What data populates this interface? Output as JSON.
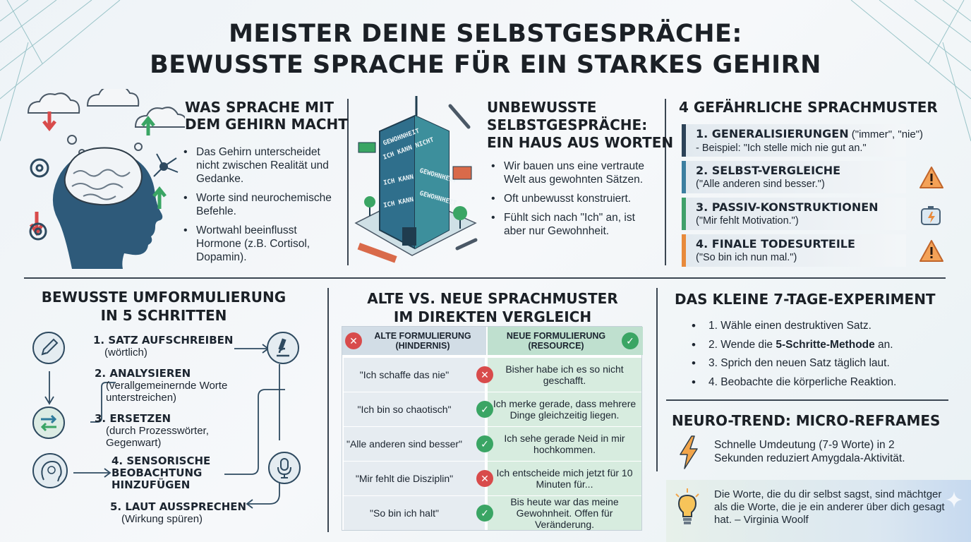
{
  "title": {
    "line1": "MEISTER DEINE SELBSTGESPRÄCHE:",
    "line2": "BEWUSSTE SPRACHE FÜR EIN STARKES GEHIRN"
  },
  "brain_section": {
    "heading_l1": "WAS SPRACHE MIT",
    "heading_l2": "DEM GEHIRN MACHT",
    "bullets": [
      "Das Gehirn unterscheidet nicht zwischen Realität und Gedanke.",
      "Worte sind neurochemische Befehle.",
      "Wortwahl beeinflusst Hormone (z.B. Cortisol, Dopamin)."
    ]
  },
  "house_section": {
    "heading_l1": "UNBEWUSSTE",
    "heading_l2": "SELBSTGESPRÄCHE:",
    "heading_l3": "EIN HAUS AUS WORTEN",
    "bullets": [
      "Wir bauen uns eine vertraute Welt aus gewohnten Sätzen.",
      "Oft unbewusst konstruiert.",
      "Fühlt sich nach \"Ich\" an, ist aber nur Gewohnheit."
    ],
    "building_words": [
      "GEWOHNHEIT",
      "ICH KANN NICHT",
      "GEWOHNHEIT",
      "ICH KANN",
      "GEWOHNHEIT",
      "ICH KANN"
    ]
  },
  "patterns_section": {
    "heading": "4 GEFÄHRLICHE SPRACHMUSTER",
    "items": [
      {
        "title": "1. GENERALISIERUNGEN",
        "extra": " (\"immer\", \"nie\")",
        "sub": "- Beispiel: \"Ich stelle mich nie gut an.\"",
        "color": "#2d4358",
        "icon": ""
      },
      {
        "title": "2. SELBST-VERGLEICHE",
        "extra": "",
        "sub": "(\"Alle anderen sind besser.\")",
        "color": "#3d7fa0",
        "icon": "warning-icon"
      },
      {
        "title": "3. PASSIV-KONSTRUKTIONEN",
        "extra": "",
        "sub": "(\"Mir fehlt Motivation.\")",
        "color": "#3fa06a",
        "icon": "battery-low-icon"
      },
      {
        "title": "4. FINALE TODESURTEILE",
        "extra": "",
        "sub": "(\"So bin ich nun mal.\")",
        "color": "#e88a3c",
        "icon": "warning-icon"
      }
    ]
  },
  "steps_section": {
    "heading_l1": "BEWUSSTE UMFORMULIERUNG",
    "heading_l2": "IN 5 SCHRITTEN",
    "steps": [
      {
        "title": "1. SATZ AUFSCHREIBEN",
        "sub": "(wörtlich)"
      },
      {
        "title": "2. ANALYSIEREN",
        "sub": "(verallgemeinernde Worte unterstreichen)"
      },
      {
        "title": "3. ERSETZEN",
        "sub": "(durch Prozesswörter, Gegenwart)"
      },
      {
        "title": "4. SENSORISCHE BEOBACHTUNG HINZUFÜGEN",
        "sub": ""
      },
      {
        "title": "5. LAUT AUSSPRECHEN",
        "sub": "(Wirkung spüren)"
      }
    ]
  },
  "compare_section": {
    "heading_l1": "ALTE VS. NEUE SPRACHMUSTER",
    "heading_l2": "IM DIREKTEN VERGLEICH",
    "header_old_l1": "ALTE FORMULIERUNG",
    "header_old_l2": "(HINDERNIS)",
    "header_new_l1": "NEUE FORMULIERUNG",
    "header_new_l2": "(RESOURCE)",
    "rows": [
      {
        "old": "\"Ich schaffe das nie\"",
        "new": "Bisher habe ich es so nicht geschafft.",
        "mark": "x"
      },
      {
        "old": "\"Ich bin so chaotisch\"",
        "new": "Ich merke gerade, dass mehrere Dinge gleichzeitig liegen.",
        "mark": "ok"
      },
      {
        "old": "\"Alle anderen sind besser\"",
        "new": "Ich sehe gerade Neid in mir hochkommen.",
        "mark": "ok"
      },
      {
        "old": "\"Mir fehlt die Disziplin\"",
        "new": "Ich entscheide mich jetzt für 10 Minuten für...",
        "mark": "x"
      },
      {
        "old": "\"So bin ich halt\"",
        "new": "Bis heute war das meine Gewohnheit. Offen für Veränderung.",
        "mark": "ok"
      }
    ]
  },
  "experiment_section": {
    "heading": "DAS KLEINE 7-TAGE-EXPERIMENT",
    "items": [
      {
        "pre": "1. Wähle einen destruktiven Satz.",
        "bold": "",
        "post": ""
      },
      {
        "pre": "2. Wende die ",
        "bold": "5-Schritte-Methode",
        "post": " an."
      },
      {
        "pre": "3. Sprich den neuen Satz täglich laut.",
        "bold": "",
        "post": ""
      },
      {
        "pre": "4. Beobachte die körperliche Reaktion.",
        "bold": "",
        "post": ""
      }
    ]
  },
  "micro_section": {
    "heading": "NEURO-TREND: MICRO-REFRAMES",
    "text": "Schnelle Umdeutung (7-9 Worte) in 2 Sekunden reduziert Amygdala-Aktivität."
  },
  "quote": {
    "text": "Die Worte, die du dir selbst sagst, sind mächtger als die Worte, die je ein anderer über dich gesagt hat. – Virginia Woolf"
  },
  "colors": {
    "ink": "#1b2026",
    "navy": "#2d4358",
    "teal": "#3d7fa0",
    "green": "#3fa06a",
    "orange": "#e88a3c",
    "red": "#d84b4b"
  }
}
